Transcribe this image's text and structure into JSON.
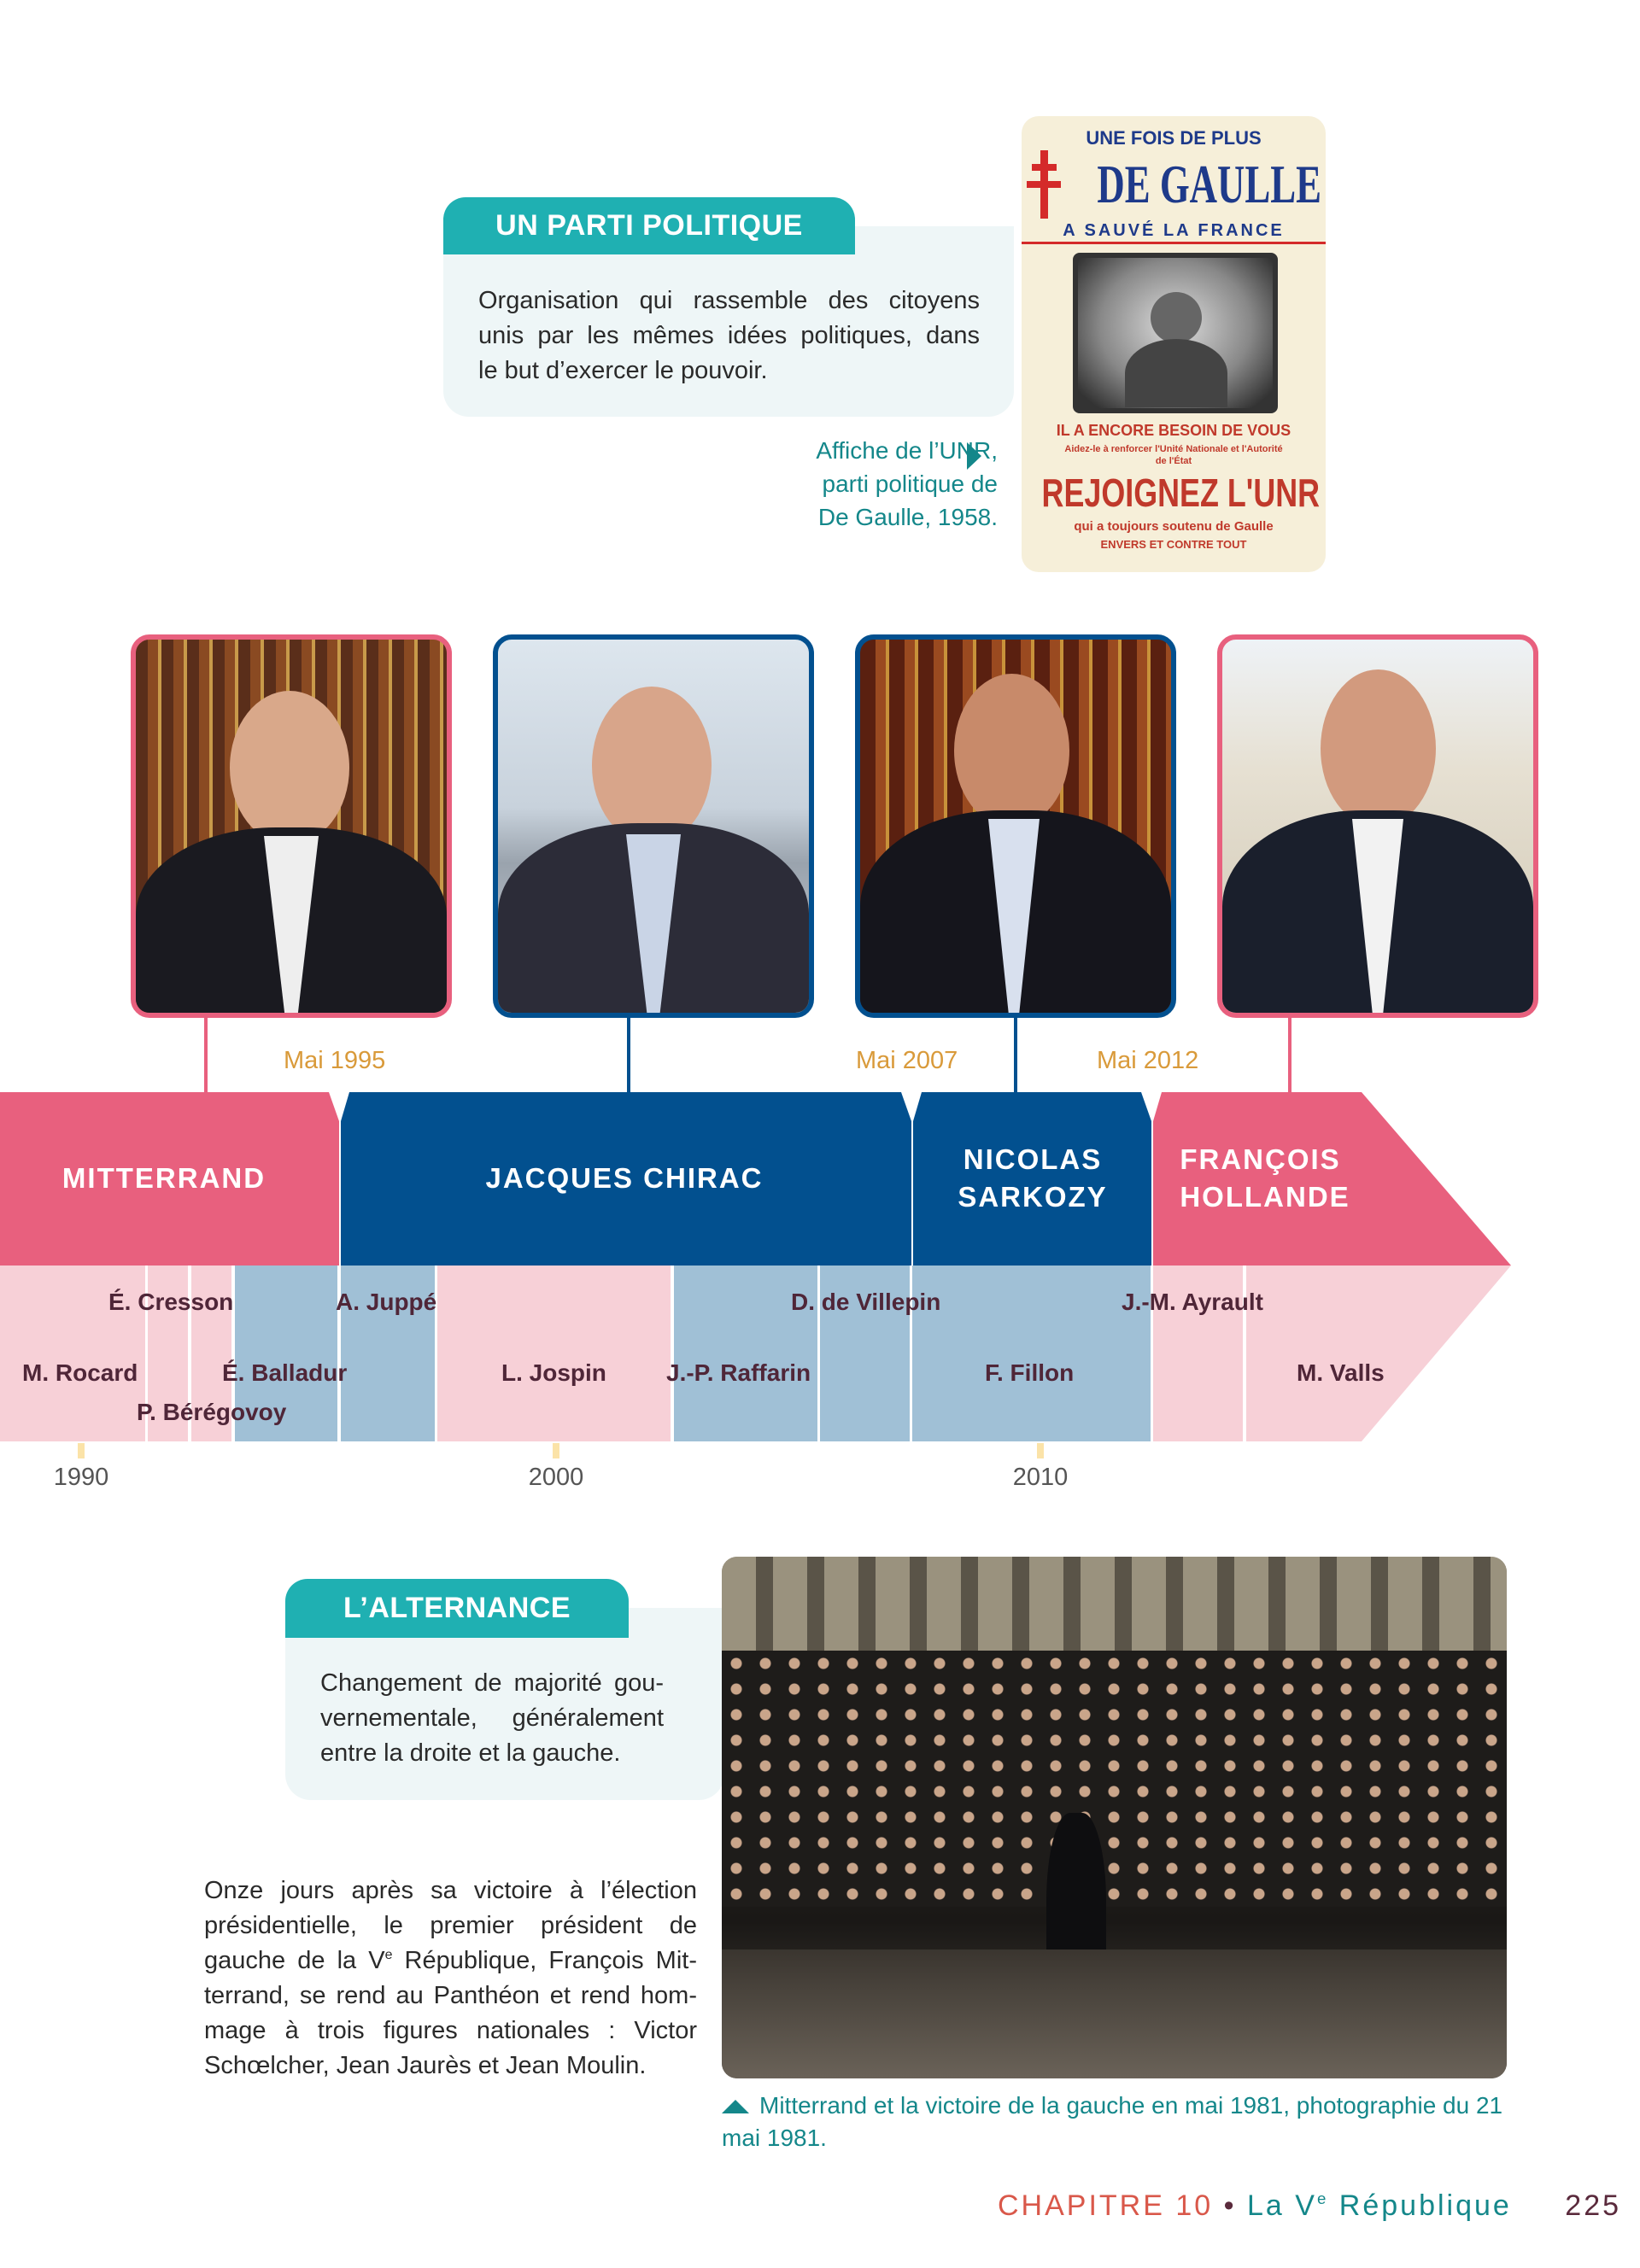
{
  "definition_party": {
    "title": "UN PARTI POLITIQUE",
    "lines": [
      "Organisation qui rassemble des citoyens",
      "unis par les mêmes idées politiques, dans",
      "le but d’exercer le pouvoir."
    ]
  },
  "poster": {
    "caption_lines": [
      "Affiche de l’UNR,",
      "parti politique de",
      "De Gaulle, 1958."
    ],
    "line1": "UNE FOIS DE PLUS",
    "line2": "DE GAULLE",
    "line3": "A SAUVÉ LA FRANCE",
    "line4": "IL A ENCORE BESOIN DE VOUS",
    "line5": "Aidez-le à renforcer l'Unité Nationale et l'Autorité de l'État",
    "line6": "REJOIGNEZ L'UNR",
    "line7": "qui a toujours soutenu de Gaulle",
    "line8": "ENVERS ET CONTRE TOUT"
  },
  "timeline": {
    "milestones": [
      "Mai 1995",
      "Mai 2007",
      "Mai 2012"
    ],
    "presidents": [
      {
        "name": "MITTERRAND",
        "party": "gauche"
      },
      {
        "name": "JACQUES CHIRAC",
        "party": "droite"
      },
      {
        "name_line1": "NICOLAS",
        "name_line2": "SARKOZY",
        "party": "droite"
      },
      {
        "name_line1": "FRANÇOIS",
        "name_line2": "HOLLANDE",
        "party": "gauche"
      }
    ],
    "prime_ministers": [
      "M. Rocard",
      "É. Cresson",
      "P. Bérégovoy",
      "É. Balladur",
      "A. Juppé",
      "L. Jospin",
      "J.-P. Raffarin",
      "D. de Villepin",
      "F. Fillon",
      "J.-M. Ayrault",
      "M. Valls"
    ],
    "years": [
      "1990",
      "2000",
      "2010"
    ],
    "colors": {
      "left": "#e8607e",
      "right": "#02508f",
      "left_light": "#f7d0d7",
      "right_light": "#a0c0d6"
    }
  },
  "definition_alternance": {
    "title": "L’ALTERNANCE",
    "lines": [
      "Changement de majorité gou-",
      "vernementale, généralement",
      "entre la droite et la gauche."
    ]
  },
  "paragraph": {
    "lines": [
      "Onze jours après sa victoire à l’élection",
      "présidentielle, le premier président de",
      "gauche de la V",
      "République, François Mit-",
      "terrand, se rend au Panthéon et rend hom-",
      "mage à trois figures nationales : Victor",
      "Schœlcher, Jean Jaurès et Jean Moulin."
    ],
    "sup": "e"
  },
  "photo": {
    "caption": "Mitterrand et la victoire de la gauche en mai 1981, photographie du 21 mai 1981."
  },
  "footer": {
    "chapter": "CHAPITRE 10",
    "title_pre": "La V",
    "title_sup": "e",
    "title_post": " République",
    "page": "225"
  }
}
